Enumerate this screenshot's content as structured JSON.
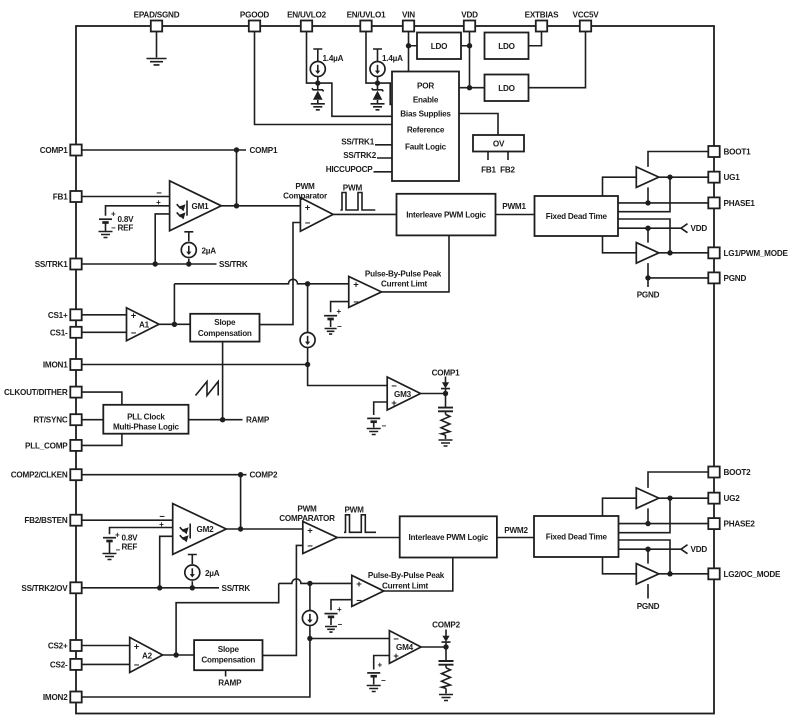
{
  "diagram_type": "ic-functional-block-diagram",
  "colors": {
    "ink": "#1e1e1e",
    "background": "#ffffff"
  },
  "pins": {
    "top": [
      "EPAD/SGND",
      "PGOOD",
      "EN/UVLO2",
      "EN/UVLO1",
      "VIN",
      "VDD",
      "EXTBIAS",
      "VCC5V"
    ],
    "left": [
      "COMP1",
      "FB1",
      "SS/TRK1",
      "CS1+",
      "CS1-",
      "IMON1",
      "CLKOUT/DITHER",
      "RT/SYNC",
      "PLL_COMP",
      "COMP2/CLKEN",
      "FB2/BSTEN",
      "SS/TRK2/OV",
      "CS2+",
      "CS2-",
      "IMON2"
    ],
    "right": [
      "BOOT1",
      "UG1",
      "PHASE1",
      "LG1/PWM_MODE",
      "PGND",
      "BOOT2",
      "UG2",
      "PHASE2",
      "LG2/OC_MODE"
    ]
  },
  "blocks": {
    "ldo": "LDO",
    "por": {
      "lines": [
        "POR",
        "Enable",
        "Bias Supplies",
        "Reference",
        "Fault Logic"
      ]
    },
    "ov": "OV",
    "interleave": "Interleave PWM Logic",
    "fixed_dead_time": "Fixed Dead  Time",
    "slope_comp": {
      "line1": "Slope",
      "line2": "Compensation"
    },
    "pll": {
      "line1": "PLL Clock",
      "line2": "Multi-Phase Logic"
    },
    "pbp": {
      "line1": "Pulse-By-Pulse Peak",
      "line2": "Current Limt"
    }
  },
  "amps": {
    "gm1": "GM1",
    "gm2": "GM2",
    "gm3": "GM3",
    "gm4": "GM4",
    "a1": "A1",
    "a2": "A2"
  },
  "comparators": {
    "ch1": {
      "line1": "PWM",
      "line2": "Comparator"
    },
    "ch2": {
      "line1": "PWM",
      "line2": "COMPARATOR"
    }
  },
  "net_labels": {
    "comp1": "COMP1",
    "comp2": "COMP2",
    "ss_trk": "SS/TRK",
    "ss_trk1": "SS/TRK1",
    "ss_trk2": "SS/TRK2",
    "hiccupocp": "HICCUPOCP",
    "fb1": "FB1",
    "fb2": "FB2",
    "pwm": "PWM",
    "pwm1": "PWM1",
    "pwm2": "PWM2",
    "ramp": "RAMP",
    "vdd": "VDD",
    "pgnd": "PGND"
  },
  "values": {
    "ref_voltage_line1": "0.8V",
    "ref_voltage_line2": "REF",
    "en_pullup_current": "1.4µA",
    "soft_start_current": "2µA"
  },
  "glyphs": {
    "plus": "+",
    "minus": "−"
  }
}
